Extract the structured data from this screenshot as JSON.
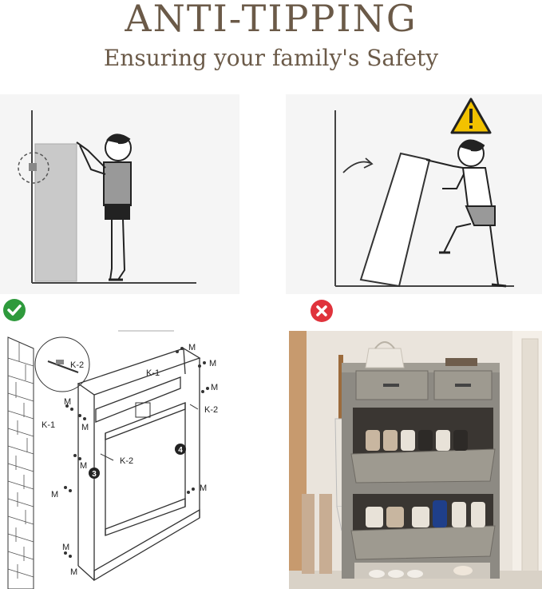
{
  "header": {
    "title": "ANTI-TIPPING",
    "subtitle": "Ensuring your family's Safety"
  },
  "correct_panel": {
    "status_icon": "check-circle-icon",
    "status_color": "#2e9a3c"
  },
  "wrong_panel": {
    "status_icon": "x-circle-icon",
    "status_color": "#e0333c",
    "warning_icon": "warning-triangle-icon",
    "warning_color": "#f2c200"
  },
  "diagram": {
    "labels": {
      "k2_callout": "K-2",
      "k1_top": "K-1",
      "k2_right": "K-2",
      "k1_left": "K-1",
      "k2_mid": "K-2",
      "m": "M",
      "step3": "3",
      "step4": "4"
    }
  }
}
